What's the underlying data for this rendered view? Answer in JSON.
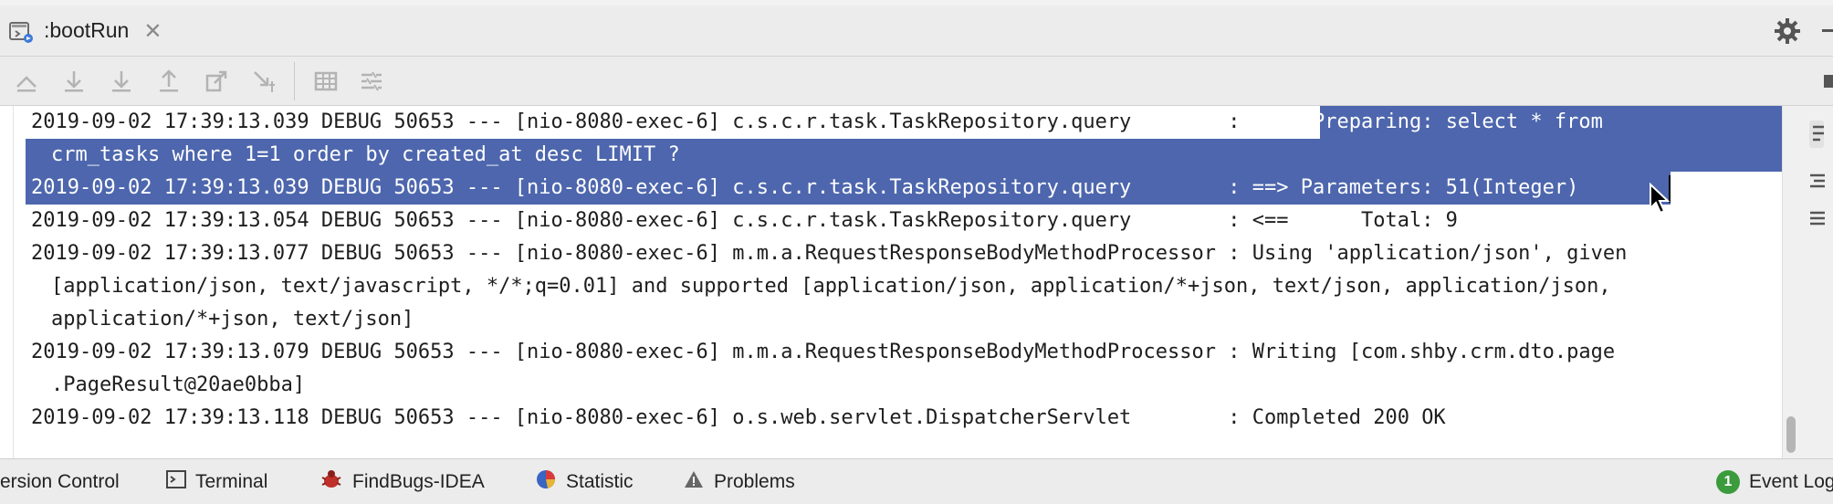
{
  "tab": {
    "title": ":bootRun",
    "close_glyph": "✕"
  },
  "icons": {
    "tab": "run-config-icon",
    "settings": "gear-icon",
    "minimize": "minimize-icon"
  },
  "toolbar": {
    "buttons": [
      "scroll-to-top-icon",
      "scroll-to-end-icon",
      "download-icon",
      "upload-icon",
      "export-icon",
      "clear-icon",
      "table-icon",
      "filter-icon"
    ]
  },
  "console": {
    "lines": [
      {
        "prefix": "2019-09-02 17:39:13.039 DEBUG 50653 --- [nio-8080-exec-6] c.s.c.r.task.TaskRepository.query        : ",
        "text": "==>  Preparing: select * from",
        "selected": "partial"
      },
      {
        "prefix": "",
        "text": "crm_tasks where 1=1 order by created_at desc LIMIT ?",
        "selected": "full",
        "continuation": true
      },
      {
        "prefix": "",
        "text": "2019-09-02 17:39:13.039 DEBUG 50653 --- [nio-8080-exec-6] c.s.c.r.task.TaskRepository.query        : ==> Parameters: 51(Integer)",
        "selected": "full"
      },
      {
        "prefix": "",
        "text": "2019-09-02 17:39:13.054 DEBUG 50653 --- [nio-8080-exec-6] c.s.c.r.task.TaskRepository.query        : <==      Total: 9",
        "selected": "none"
      },
      {
        "prefix": "",
        "text": "2019-09-02 17:39:13.077 DEBUG 50653 --- [nio-8080-exec-6] m.m.a.RequestResponseBodyMethodProcessor : Using 'application/json', given",
        "selected": "none"
      },
      {
        "prefix": "",
        "text": "[application/json, text/javascript, */*;q=0.01] and supported [application/json, application/*+json, text/json, application/json,",
        "selected": "none",
        "continuation": true
      },
      {
        "prefix": "",
        "text": "application/*+json, text/json]",
        "selected": "none",
        "continuation": true
      },
      {
        "prefix": "",
        "text": "2019-09-02 17:39:13.079 DEBUG 50653 --- [nio-8080-exec-6] m.m.a.RequestResponseBodyMethodProcessor : Writing [com.shby.crm.dto.page",
        "selected": "none"
      },
      {
        "prefix": "",
        "text": ".PageResult@20ae0bba]",
        "selected": "none",
        "continuation": true
      },
      {
        "prefix": "",
        "text": "2019-09-02 17:39:13.118 DEBUG 50653 --- [nio-8080-exec-6] o.s.web.servlet.DispatcherServlet        : Completed 200 OK",
        "selected": "none"
      }
    ]
  },
  "bottom_bar": {
    "items": [
      {
        "label": "ersion Control",
        "icon": ""
      },
      {
        "label": "Terminal",
        "icon": "terminal-icon"
      },
      {
        "label": "FindBugs-IDEA",
        "icon": "bug-icon"
      },
      {
        "label": "Statistic",
        "icon": "statistic-icon"
      },
      {
        "label": "Problems",
        "icon": "warning-icon"
      }
    ],
    "event_log": {
      "label": "Event Log",
      "badge": "1"
    }
  },
  "colors": {
    "selection": "#4d66ad",
    "text": "#1e1e1e",
    "badge": "#3b9b3d"
  }
}
